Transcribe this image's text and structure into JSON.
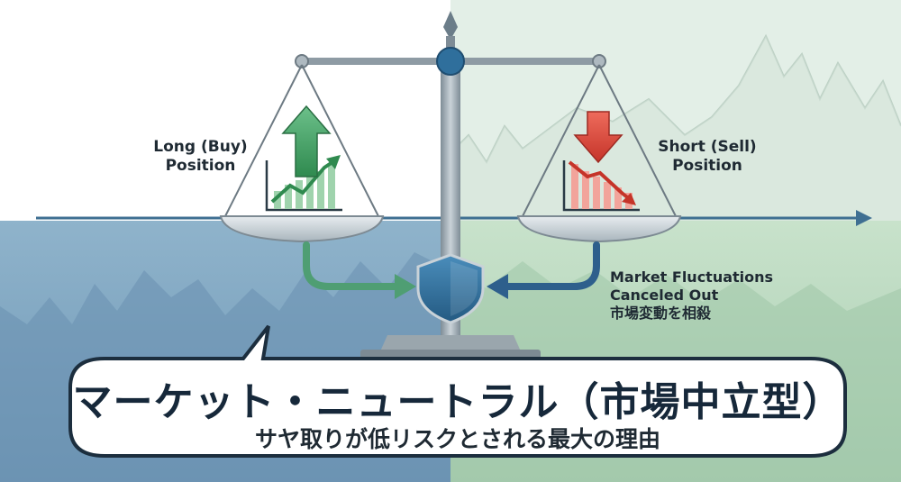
{
  "labels": {
    "long_position": [
      "Long (Buy)",
      "Position"
    ],
    "short_position": [
      "Short (Sell)",
      "Position"
    ],
    "market_fluctuations": [
      "Market Fluctuations",
      "Canceled Out",
      "市場変動を相殺"
    ]
  },
  "banner": {
    "title": "マーケット・ニュートラル（市場中立型）",
    "subtitle": "サヤ取りが低リスクとされる最大の理由"
  },
  "icons": {
    "long_arrow": "up-arrow-icon",
    "short_arrow": "down-arrow-icon",
    "center_emblem": "shield-icon"
  },
  "colors": {
    "long_green": "#3f9a5b",
    "short_red": "#d9453c",
    "shield_blue": "#2f6f9c",
    "flow_arrow_green": "#4f9e73",
    "flow_arrow_blue": "#2e5f8c",
    "bg_left_blue": "#7fa8c4",
    "bg_right_green": "#b9d8bf"
  }
}
